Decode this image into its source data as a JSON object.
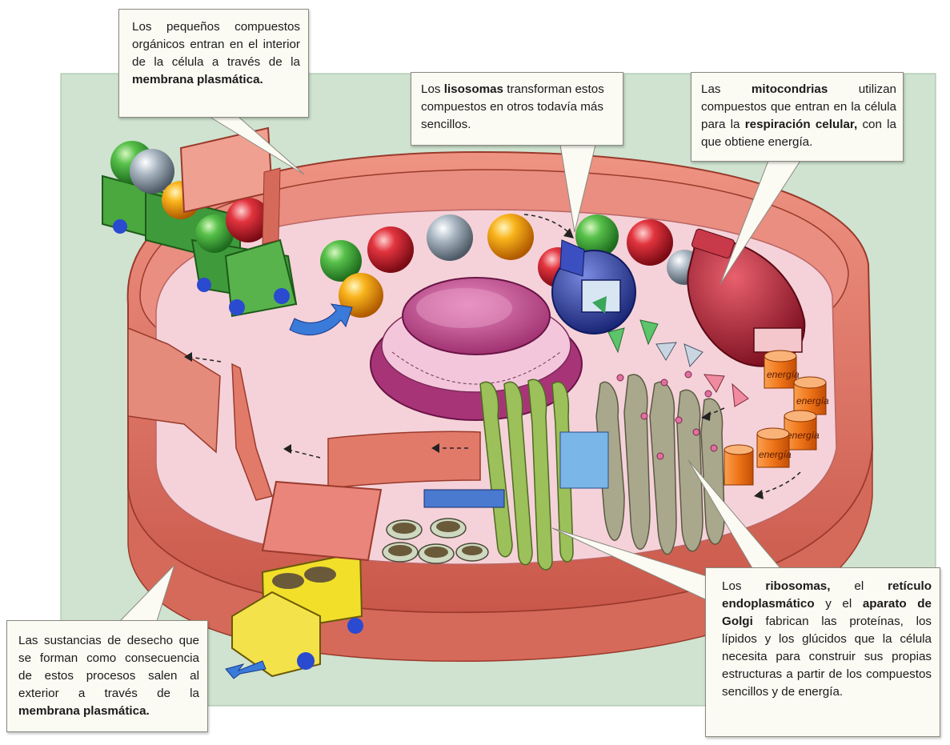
{
  "callouts": {
    "membrane_in": {
      "pre": "Los pequeños compuestos orgánicos entran en el interior de la célula a través de la ",
      "bold": "membrana plasmática.",
      "post": ""
    },
    "lysosomes": {
      "pre": "Los ",
      "bold": "lisosomas",
      "post": " transforman estos compuestos en otros todavía más sencillos."
    },
    "mitochondria": {
      "pre": "Las ",
      "bold1": "mitocondrias",
      "mid": " utilizan compuestos que entran en la célula para la ",
      "bold2": "respiración celular,",
      "post": " con la que obtiene energía."
    },
    "waste": {
      "pre": "Las sustancias de desecho que se forman como consecuencia de estos procesos salen al exterior a través de la ",
      "bold": "membrana plasmática.",
      "post": ""
    },
    "synthesis": {
      "pre": "Los ",
      "bold1": "ribosomas,",
      "mid1": " el ",
      "bold2": "retículo endoplasmático",
      "mid2": " y el ",
      "bold3": "aparato de Golgi",
      "post": " fabrican las proteínas, los lípidos y los glúcidos que la célula necesita para construir sus propias estructuras a partir de los compuestos sencillos y de energía."
    }
  },
  "energy_label": "energía",
  "colors": {
    "background_panel": "#cfe3d0",
    "membrane": "#e27a6a",
    "cytoplasm": "#f4cfd6",
    "nucleus": "#c04a8a",
    "lysosome": "#2f3f9e",
    "mitochondrion": "#b8283c",
    "golgi": "#8a8a72",
    "reticulum": "#8fb04a",
    "truck_in": "#3e9a3a",
    "truck_out": "#f1df2a",
    "energy_cylinder": "#f07a1a",
    "arrow": "#3a7ad8"
  }
}
